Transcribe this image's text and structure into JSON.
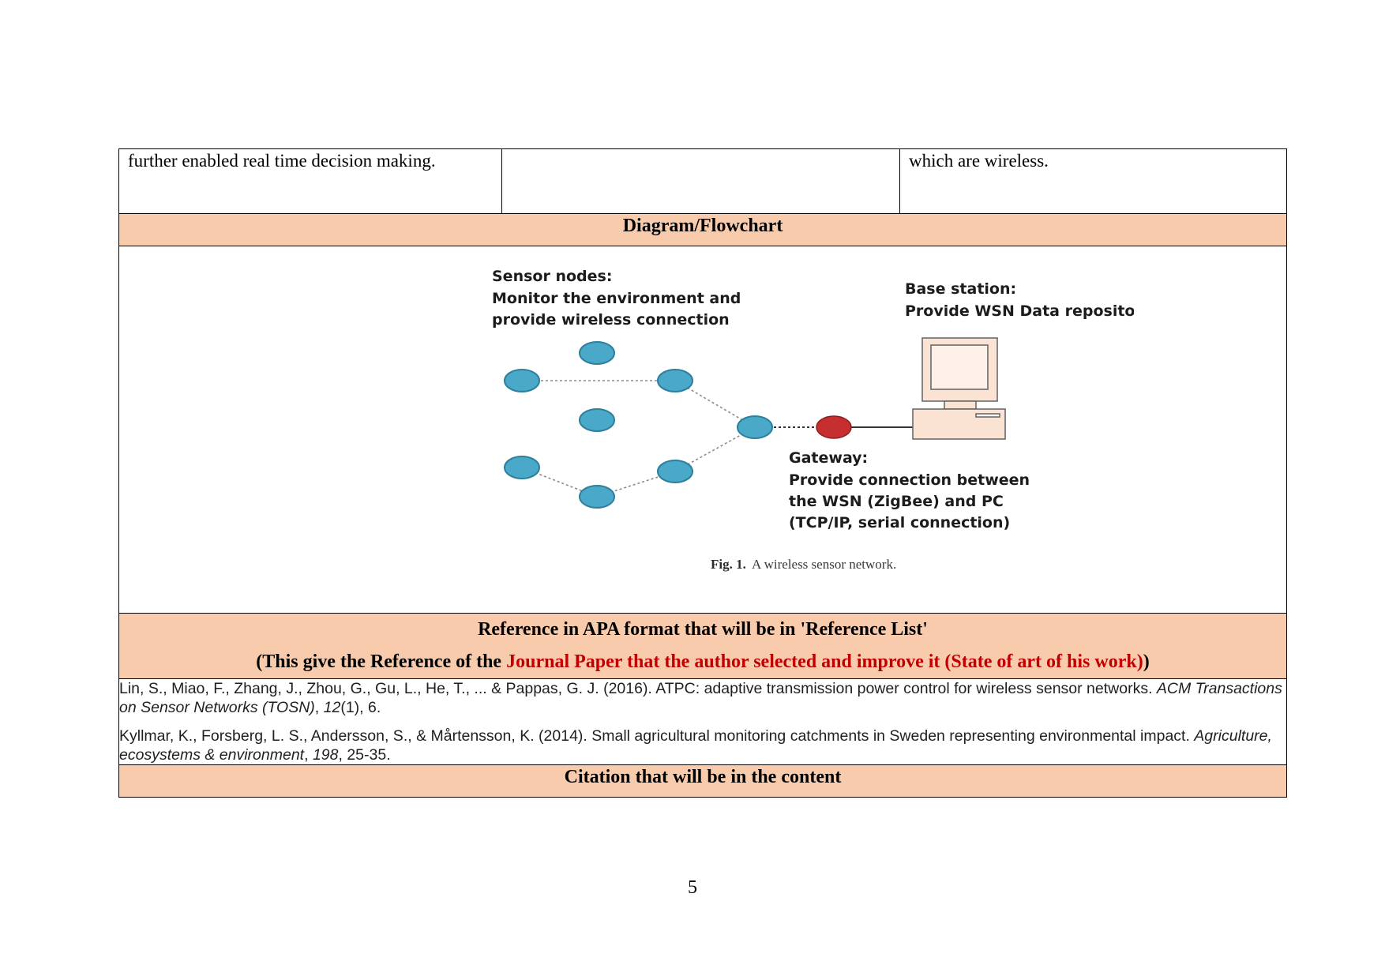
{
  "table": {
    "row1": {
      "col1": "further enabled real time decision making.",
      "col2": "",
      "col3": "which are wireless."
    },
    "diagram_header": "Diagram/Flowchart",
    "figure": {
      "sensor_title": "Sensor nodes:",
      "sensor_line1": "Monitor the environment and",
      "sensor_line2": "provide wireless connection",
      "base_title": "Base station:",
      "base_line1": "Provide WSN Data repository",
      "gateway_title": "Gateway:",
      "gateway_line1": "Provide connection between",
      "gateway_line2": "the WSN (ZigBee) and PC",
      "gateway_line3": "(TCP/IP, serial connection)",
      "caption_label": "Fig. 1.",
      "caption_text": "A wireless sensor network.",
      "colors": {
        "node": "#4aa8c8",
        "gateway": "#c62f2f",
        "computer": "#fbe3d4"
      }
    },
    "reference_header": {
      "line1": "Reference in APA format that will be in 'Reference List'",
      "line2_prefix": "(This give the Reference of the ",
      "line2_red": "Journal Paper that the author selected and improve it (State of art of his work)",
      "line2_suffix": ")"
    },
    "references": [
      {
        "before": "Lin, S., Miao, F., Zhang, J., Zhou, G., Gu, L., He, T., ... & Pappas, G. J. (2016). ATPC: adaptive transmission power control for wireless sensor networks. ",
        "journal": "ACM Transactions on Sensor Networks (TOSN)",
        "sep": ", ",
        "volume": "12",
        "after": "(1), 6."
      },
      {
        "before": "Kyllmar, K., Forsberg, L. S., Andersson, S., & Mårtensson, K. (2014). Small agricultural monitoring catchments in Sweden representing environmental impact. ",
        "journal": "Agriculture, ecosystems & environment",
        "sep": ", ",
        "volume": "198",
        "after": ", 25-35."
      }
    ],
    "citation_header": "Citation that will be in the content"
  },
  "page_number": "5"
}
